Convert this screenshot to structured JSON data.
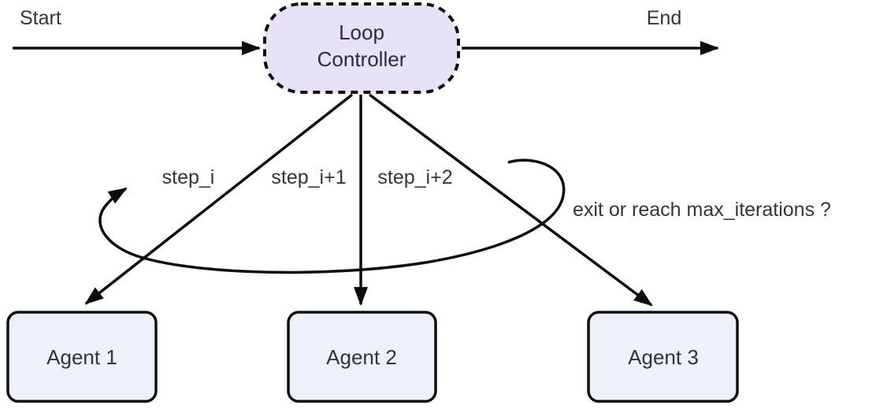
{
  "flow": {
    "start_label": "Start",
    "end_label": "End",
    "controller": {
      "line1": "Loop",
      "line2": "Controller",
      "fill": "#e8e1f8",
      "text_color": "#2d2a45"
    },
    "step_labels": [
      "step_i",
      "step_i+1",
      "step_i+2"
    ],
    "loop_annotation": "exit or reach max_iterations ?",
    "agents": [
      {
        "label": "Agent 1"
      },
      {
        "label": "Agent 2"
      },
      {
        "label": "Agent 3"
      }
    ],
    "agent_fill": "#edf1f9",
    "colors": {
      "stroke": "#0d0d0d",
      "text": "#363636",
      "background": "#ffffff"
    }
  }
}
